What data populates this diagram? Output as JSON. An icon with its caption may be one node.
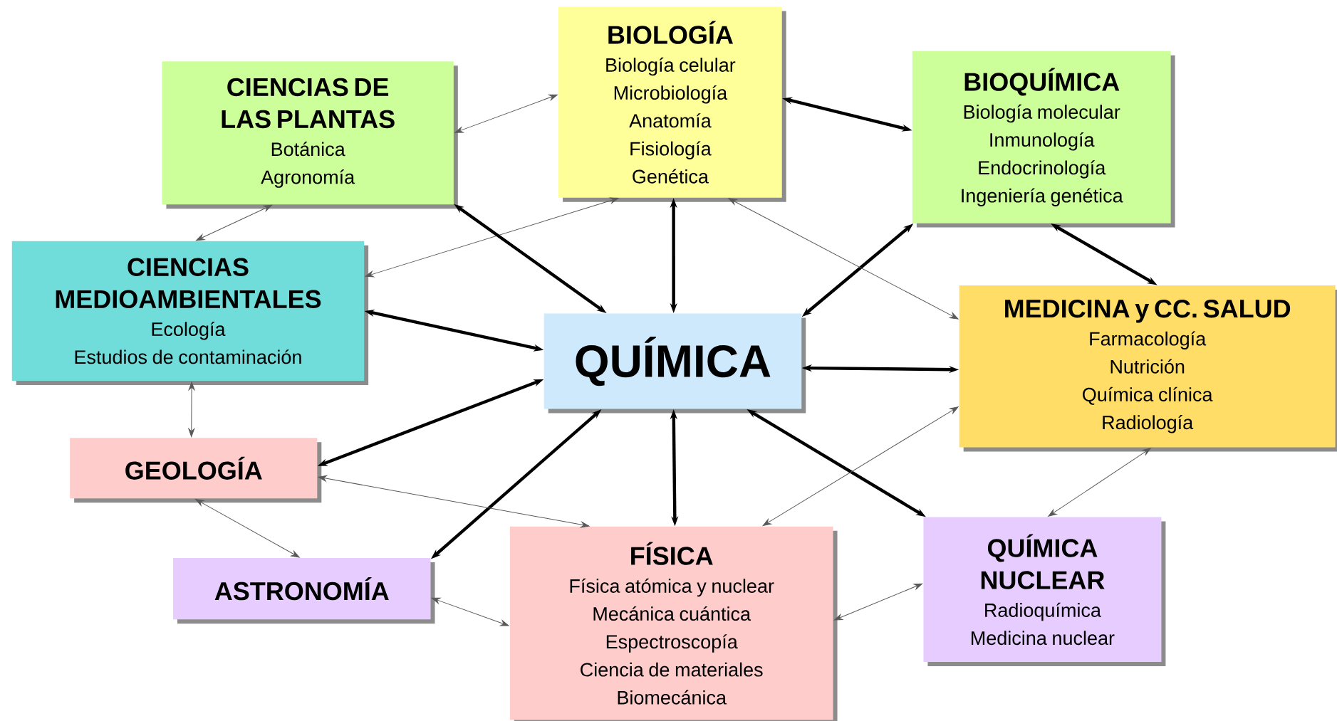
{
  "diagram": {
    "nodes": [
      {
        "text": [
          "BIOLOGÍA",
          "Biología celular",
          "Microbiología",
          "Anatomía",
          "Fisiología",
          "Genética"
        ]
      },
      {
        "text": [
          "CIENCIAS DE LAS PLANTAS",
          "Botánica",
          "Agronomía"
        ]
      },
      {
        "text": [
          "BIOQUÍMICA",
          "Biología molecular",
          "Inmunología",
          "Endocrinología",
          "Ingeniería genética"
        ]
      },
      {
        "text": [
          "CIENCIAS MEDIOAMBIENTALES",
          "Ecología",
          "Estudios de contaminación"
        ]
      },
      {
        "text": [
          "QUÍMICA"
        ]
      },
      {
        "text": [
          "MEDICINA y CC. SALUD",
          "Farmacología",
          "Nutrición",
          "Química clínica",
          "Radiología"
        ]
      },
      {
        "text": [
          "GEOLOGÍA"
        ]
      },
      {
        "text": [
          "ASTRONOMÍA"
        ]
      },
      {
        "text": [
          "FÍSICA",
          "Física atómica y nuclear",
          "Mecánica cuántica",
          "Espectroscopía",
          "Ciencia de materiales",
          "Biomecánica"
        ]
      },
      {
        "text": [
          "QUÍMICA NUCLEAR",
          "Radioquímica",
          "Medicina nuclear"
        ]
      }
    ],
    "edges": [
      {
        "from": 1,
        "to": 0,
        "arrow": "both"
      },
      {
        "from": 0,
        "to": 2,
        "arrow": "both",
        "style": "thick"
      },
      {
        "from": 1,
        "to": 3,
        "arrow": "both"
      },
      {
        "from": 0,
        "to": 3,
        "arrow": "both"
      },
      {
        "from": 1,
        "to": 4,
        "arrow": "both",
        "style": "thick"
      },
      {
        "from": 0,
        "to": 4,
        "arrow": "both",
        "style": "thick"
      },
      {
        "from": 2,
        "to": 4,
        "arrow": "both",
        "style": "thick"
      },
      {
        "from": 0,
        "to": 5,
        "arrow": "both"
      },
      {
        "from": 2,
        "to": 5,
        "arrow": "both",
        "style": "thick"
      },
      {
        "from": 3,
        "to": 4,
        "arrow": "both",
        "style": "thick"
      },
      {
        "from": 4,
        "to": 5,
        "arrow": "both",
        "style": "thick"
      },
      {
        "from": 3,
        "to": 6,
        "arrow": "both"
      },
      {
        "from": 4,
        "to": 6,
        "arrow": "both",
        "style": "thick"
      },
      {
        "from": 4,
        "to": 7,
        "arrow": "both",
        "style": "thick"
      },
      {
        "from": 4,
        "to": 8,
        "arrow": "both",
        "style": "thick"
      },
      {
        "from": 4,
        "to": 9,
        "arrow": "both",
        "style": "thick"
      },
      {
        "from": 5,
        "to": 8,
        "arrow": "both"
      },
      {
        "from": 5,
        "to": 9,
        "arrow": "both"
      },
      {
        "from": 6,
        "to": 8,
        "arrow": "both"
      },
      {
        "from": 6,
        "to": 7,
        "arrow": "both"
      },
      {
        "from": 7,
        "to": 8,
        "arrow": "both"
      },
      {
        "from": 8,
        "to": 9,
        "arrow": "both"
      }
    ]
  }
}
